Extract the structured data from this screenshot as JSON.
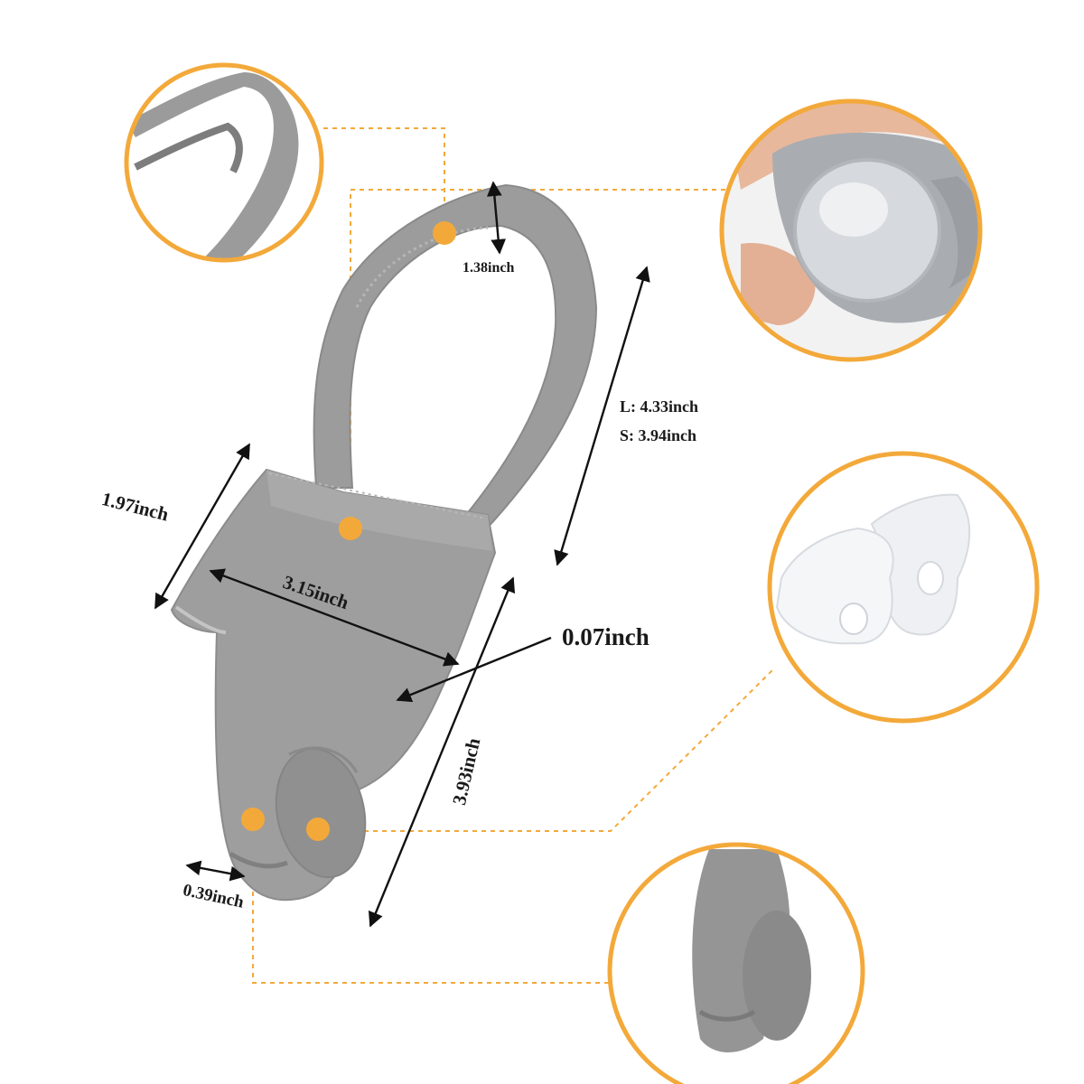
{
  "dimensions": {
    "strap_width": "1.38inch",
    "strap_length_large": "L: 4.33inch",
    "strap_length_small": "S: 3.94inch",
    "sleeve_height": "1.97inch",
    "sleeve_width": "3.15inch",
    "thickness": "0.07inch",
    "length": "3.93inch",
    "toe_loop": "0.39inch"
  },
  "colors": {
    "accent": "#F3A93A",
    "fabric": "#9E9E9E",
    "fabric_dark": "#858585",
    "gel": "#F4F6F8",
    "arrow": "#111111"
  },
  "icons": [
    "zoom-circle-strap",
    "zoom-circle-gel-pad",
    "zoom-circle-toe-separator",
    "zoom-circle-toe-cap"
  ]
}
